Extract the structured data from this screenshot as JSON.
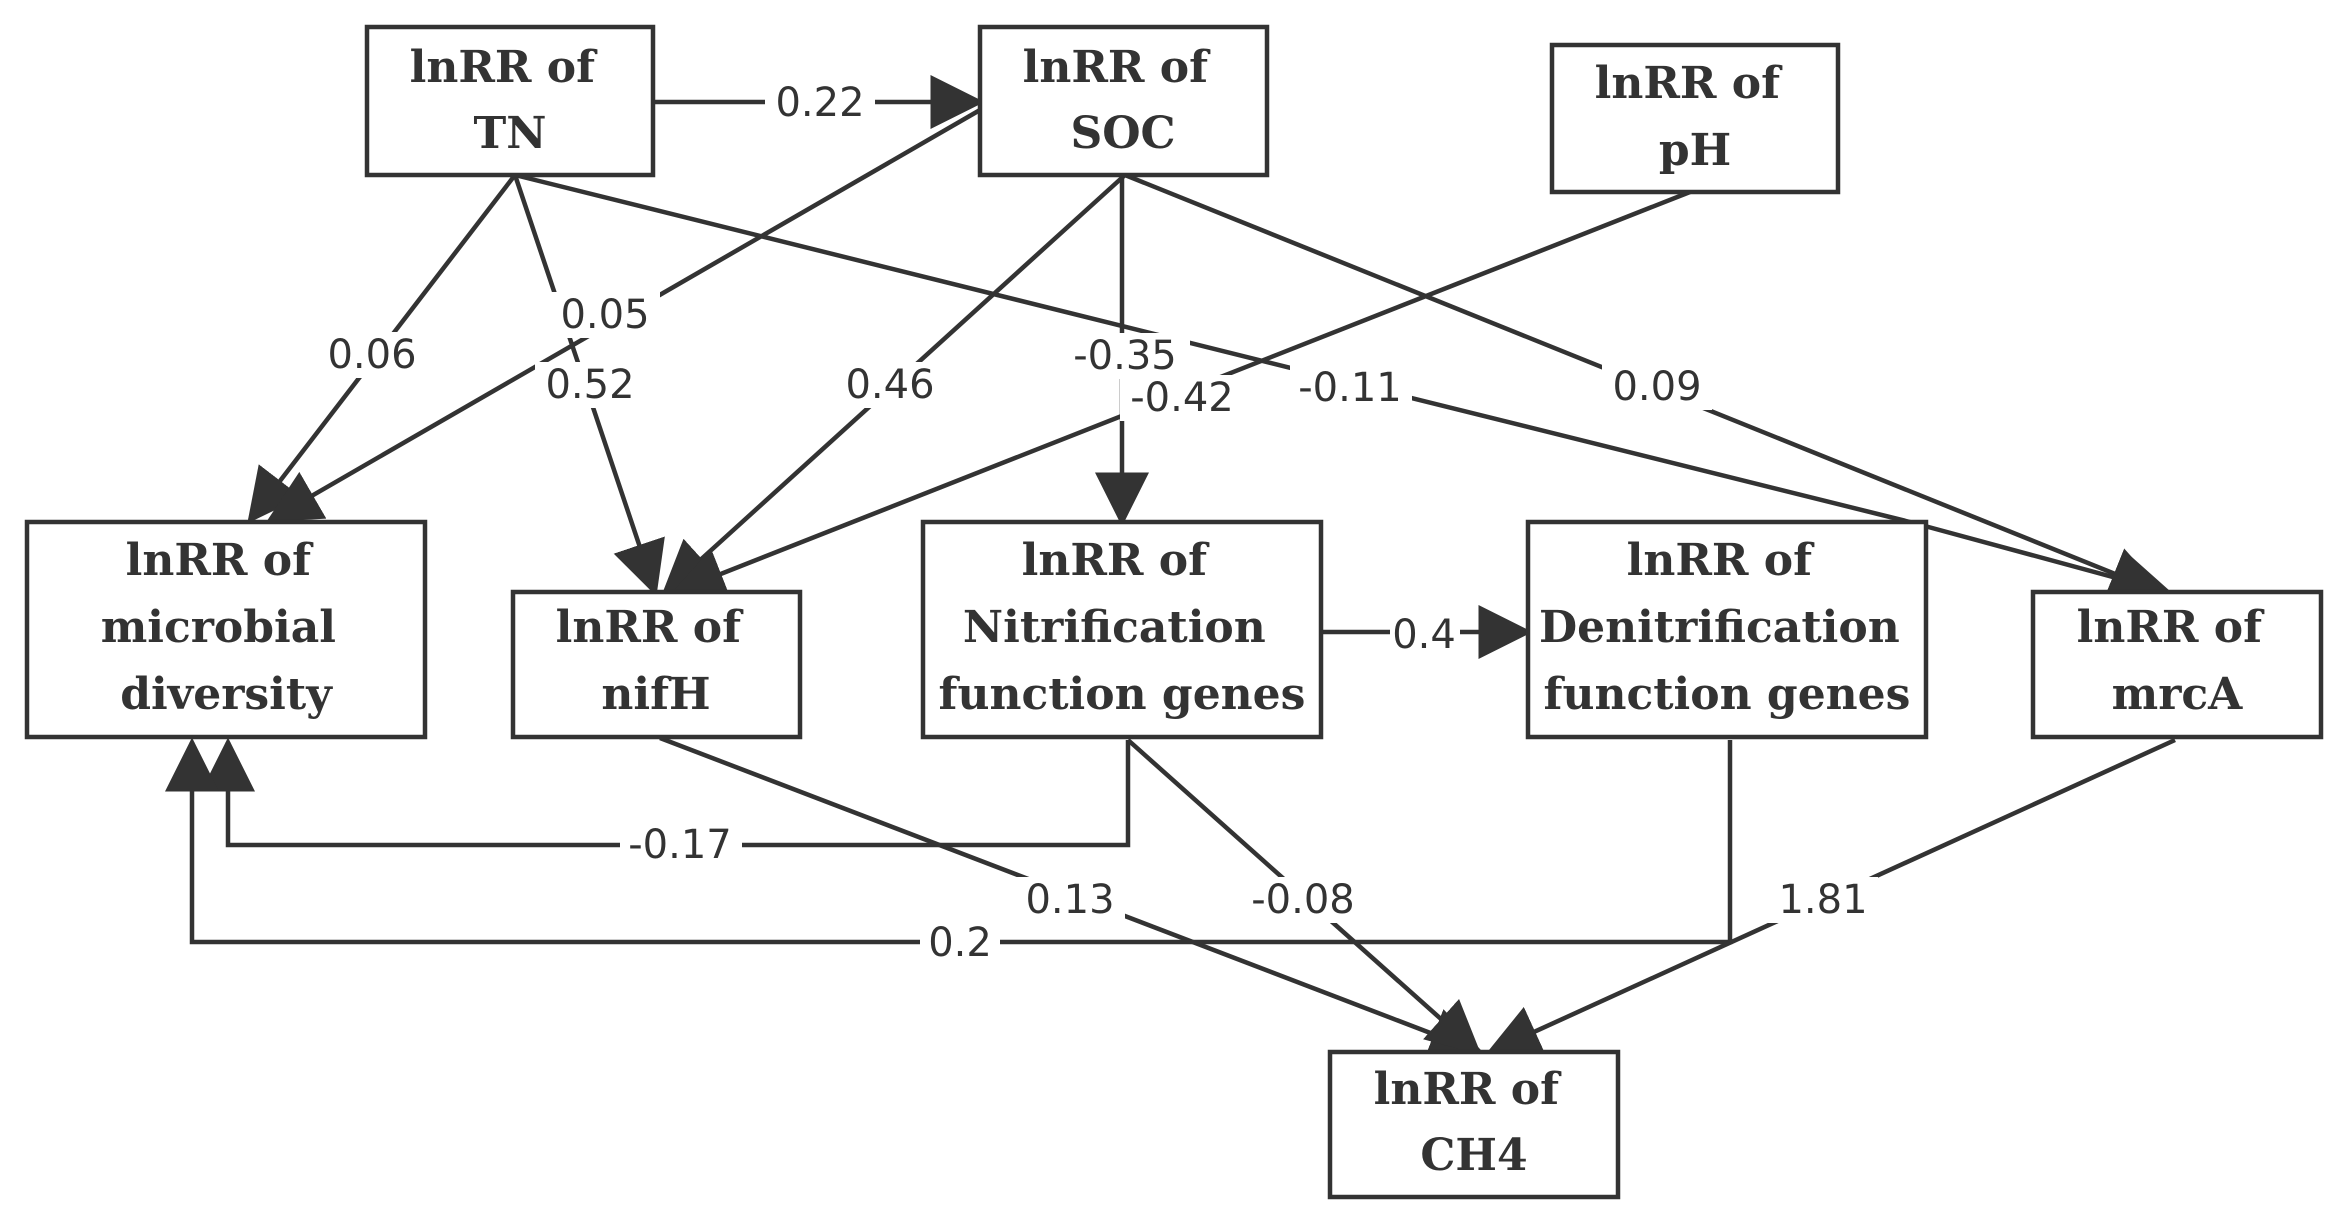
{
  "colors": {
    "stroke": "#333333",
    "background": "#ffffff"
  },
  "nodes": {
    "tn": {
      "lines": [
        "lnRR of",
        "TN"
      ]
    },
    "soc": {
      "lines": [
        "lnRR of",
        "SOC"
      ]
    },
    "ph": {
      "lines": [
        "lnRR of",
        "pH"
      ]
    },
    "micro": {
      "lines": [
        "lnRR of",
        "microbial",
        "diversity"
      ]
    },
    "nifh": {
      "lines": [
        "lnRR of",
        "nifH"
      ]
    },
    "nitri": {
      "lines": [
        "lnRR of",
        "Nitrification",
        "function genes"
      ]
    },
    "denitri": {
      "lines": [
        "lnRR of",
        "Denitrification",
        "function genes"
      ]
    },
    "mrca": {
      "lines": [
        "lnRR of",
        "mrcA"
      ]
    },
    "ch4": {
      "lines": [
        "lnRR of",
        "CH4"
      ]
    }
  },
  "edges": {
    "tn_soc": "0.22",
    "tn_micro": "0.06",
    "soc_micro": "0.05",
    "tn_nifh": "0.52",
    "soc_nifh": "0.46",
    "soc_nitri": "-0.35",
    "ph_nifh": "-0.42",
    "tn_mrca": "-0.11",
    "soc_mrca": "0.09",
    "nitri_denitri": "0.4",
    "nitri_micro": "-0.17",
    "nifh_ch4": "0.13",
    "nitri_ch4": "-0.08",
    "denitri_micro": "0.2",
    "mrca_ch4": "1.81"
  }
}
